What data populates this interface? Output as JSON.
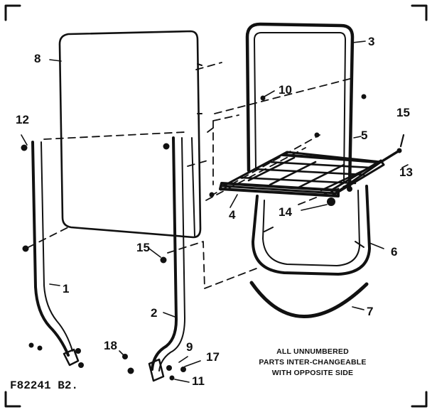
{
  "diagram": {
    "part_labels": [
      "8",
      "3",
      "10",
      "12",
      "15",
      "5",
      "13",
      "4",
      "14",
      "6",
      "1",
      "7",
      "2",
      "18",
      "9",
      "17",
      "11"
    ],
    "note_lines": [
      "ALL UNNUMBERED",
      "PARTS INTER-CHANGEABLE",
      "WITH OPPOSITE SIDE"
    ],
    "figure_code": "F82241 B2.",
    "ink_color": "#111111"
  }
}
